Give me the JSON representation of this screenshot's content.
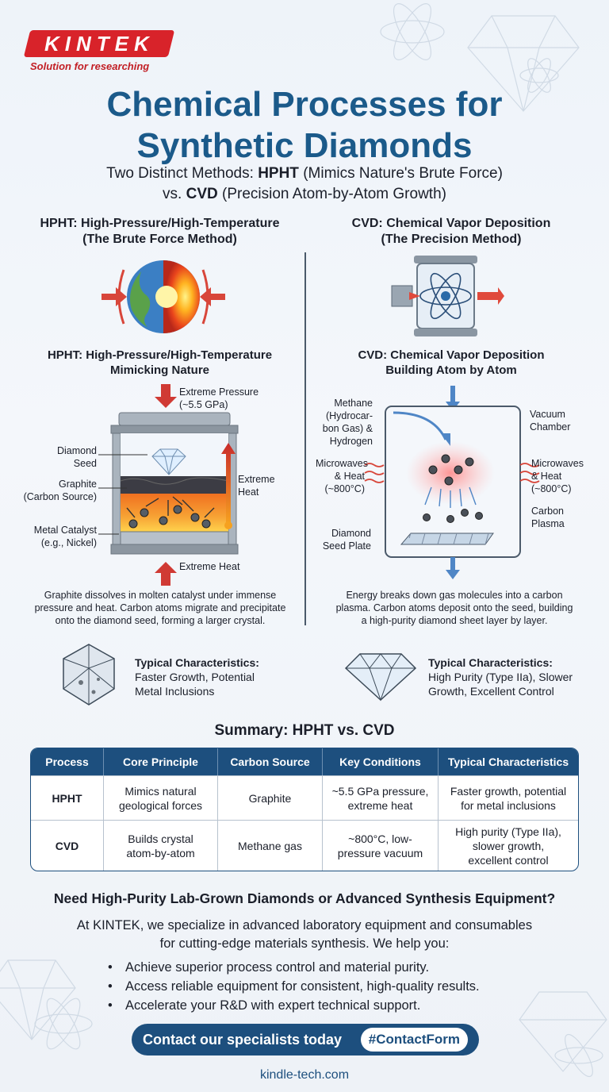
{
  "logo": {
    "brand": "KINTEK",
    "tagline": "Solution for researching"
  },
  "title_line1": "Chemical Processes for",
  "title_line2": "Synthetic Diamonds",
  "subtitle": {
    "line1_pre": "Two Distinct Methods: ",
    "line1_hpht": "HPHT",
    "line1_post": " (Mimics Nature's Brute Force)",
    "line2_pre": "vs. ",
    "line2_cvd": "CVD",
    "line2_post": " (Precision Atom-by-Atom Growth)"
  },
  "hpht": {
    "head1": "HPHT: High-Pressure/High-Temperature",
    "head2": "(The Brute Force Method)",
    "sub1": "HPHT: High-Pressure/High-Temperature",
    "sub2": "Mimicking Nature",
    "label_pressure1": "Extreme Pressure",
    "label_pressure2": "(~5.5 GPa)",
    "label_seed1": "Diamond",
    "label_seed2": "Seed",
    "label_graphite1": "Graphite",
    "label_graphite2": "(Carbon Source)",
    "label_catalyst1": "Metal Catalyst",
    "label_catalyst2": "(e.g., Nickel)",
    "label_heat_side1": "Extreme",
    "label_heat_side2": "Heat",
    "label_heat_bottom": "Extreme Heat",
    "desc1": "Graphite dissolves in molten catalyst under immense",
    "desc2": "pressure and heat. Carbon atoms migrate and precipitate",
    "desc3": "onto the diamond seed, forming a larger crystal.",
    "char_title": "Typical Characteristics:",
    "char1": "Faster Growth, Potential",
    "char2": "Metal Inclusions"
  },
  "cvd": {
    "head1": "CVD: Chemical Vapor Deposition",
    "head2": "(The Precision Method)",
    "sub1": "CVD: Chemical Vapor Deposition",
    "sub2": "Building Atom by Atom",
    "label_methane1": "Methane",
    "label_methane2": "(Hydrocar-",
    "label_methane3": "bon Gas) &",
    "label_methane4": "Hydrogen",
    "label_vacuum1": "Vacuum",
    "label_vacuum2": "Chamber",
    "label_mw_l1": "Microwaves",
    "label_mw_l2": "& Heat",
    "label_mw_l3": "(~800°C)",
    "label_mw_r1": "Microwaves",
    "label_mw_r2": "& Heat",
    "label_mw_r3": "(~800°C)",
    "label_plasma1": "Carbon",
    "label_plasma2": "Plasma",
    "label_seedplate1": "Diamond",
    "label_seedplate2": "Seed Plate",
    "desc1": "Energy breaks down gas molecules into a carbon",
    "desc2": "plasma. Carbon atoms deposit onto the seed, building",
    "desc3": "a high-purity diamond sheet layer by layer.",
    "char_title": "Typical Characteristics:",
    "char1": "High Purity (Type IIa), Slower",
    "char2": "Growth, Excellent Control"
  },
  "summary": {
    "title": "Summary: HPHT vs. CVD",
    "headers": [
      "Process",
      "Core Principle",
      "Carbon Source",
      "Key Conditions",
      "Typical Characteristics"
    ],
    "rows": [
      {
        "process": "HPHT",
        "principle1": "Mimics natural",
        "principle2": "geological forces",
        "source": "Graphite",
        "cond1": "~5.5 GPa pressure,",
        "cond2": "extreme heat",
        "char1": "Faster growth, potential",
        "char2": "for metal inclusions",
        "char3": ""
      },
      {
        "process": "CVD",
        "principle1": "Builds crystal",
        "principle2": "atom-by-atom",
        "source": "Methane gas",
        "cond1": "~800°C, low-",
        "cond2": "pressure vacuum",
        "char1": "High purity (Type IIa),",
        "char2": "slower growth,",
        "char3": "excellent control"
      }
    ]
  },
  "cta": {
    "heading": "Need High-Purity Lab-Grown Diamonds or Advanced Synthesis Equipment?",
    "text1": "At KINTEK, we specialize in advanced laboratory equipment and consumables",
    "text2": "for cutting-edge materials synthesis. We help you:",
    "bullets": [
      "Achieve superior process control and material purity.",
      "Access reliable equipment for consistent, high-quality results.",
      "Accelerate your R&D with expert technical support."
    ],
    "button": "Contact our specialists today",
    "pill": "#ContactForm",
    "site": "kindle-tech.com"
  },
  "colors": {
    "brand_red": "#d8232a",
    "navy": "#1d4f7e",
    "title_blue": "#1b5a8a"
  }
}
